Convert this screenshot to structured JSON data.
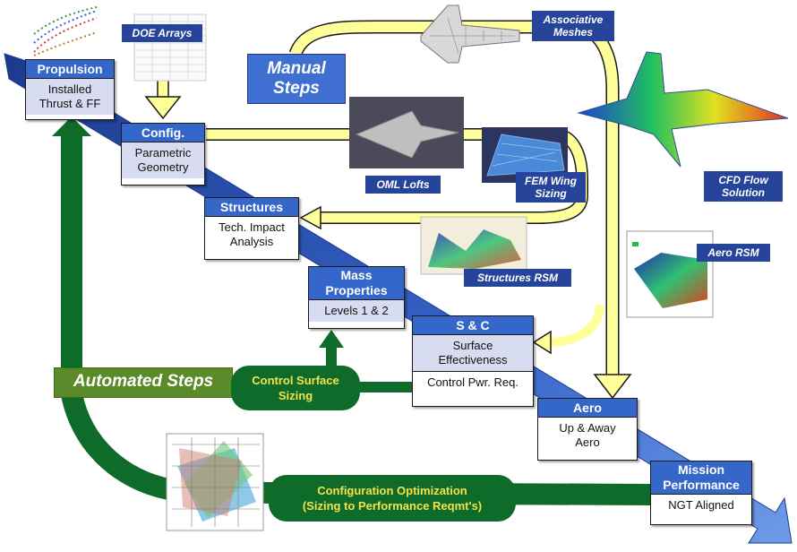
{
  "boxes": {
    "propulsion": {
      "header": "Propulsion",
      "body": [
        "Installed",
        "Thrust & FF"
      ]
    },
    "config": {
      "header": "Config.",
      "body": [
        "Parametric",
        "Geometry"
      ]
    },
    "structures": {
      "header": "Structures",
      "body": [
        "Tech. Impact",
        "Analysis"
      ]
    },
    "mass": {
      "header": [
        "Mass",
        "Properties"
      ],
      "body": [
        "Levels 1 & 2"
      ]
    },
    "sc": {
      "header": "S & C",
      "body": [
        "Surface",
        "Effectiveness"
      ],
      "body2": [
        "Control Pwr. Req."
      ]
    },
    "aero": {
      "header": "Aero",
      "body": [
        "Up & Away",
        "Aero"
      ]
    },
    "mission": {
      "header": [
        "Mission",
        "Performance"
      ],
      "body": [
        "NGT Aligned"
      ]
    }
  },
  "tags": {
    "doe": "DOE Arrays",
    "meshes": [
      "Associative",
      "Meshes"
    ],
    "oml": "OML Lofts",
    "fem": [
      "FEM Wing",
      "Sizing"
    ],
    "cfd": [
      "CFD Flow",
      "Solution"
    ],
    "struct_rsm": "Structures RSM",
    "aero_rsm": "Aero RSM"
  },
  "steps": {
    "manual": [
      "Manual",
      "Steps"
    ],
    "automated": "Automated Steps"
  },
  "pills": {
    "control": [
      "Control Surface",
      "Sizing"
    ],
    "optimization": [
      "Configuration Optimization",
      "(Sizing to Performance Reqmt's)"
    ]
  },
  "colors": {
    "box_header": "#3566c9",
    "diagonal_arrow": "#2a4fb0",
    "manual_arrow": "#ffff99",
    "automated_arrow": "#0e6b2a",
    "pill_text": "#f5e24a",
    "tag": "#26449a"
  }
}
